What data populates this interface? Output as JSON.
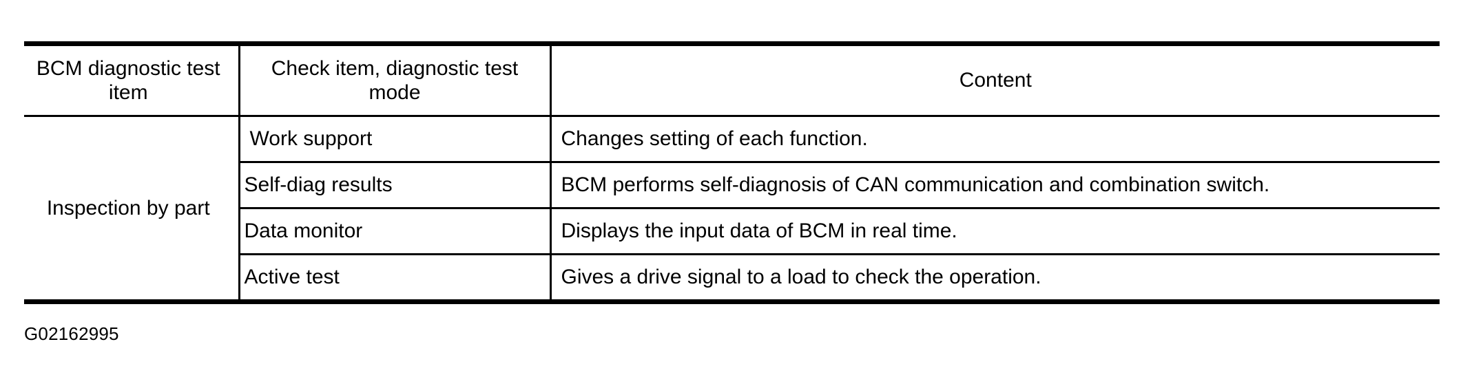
{
  "table": {
    "headers": [
      "BCM diagnostic test item",
      "Check item, diagnostic test mode",
      "Content"
    ],
    "group_label": "Inspection by part",
    "rows": [
      {
        "check_item": "Work support",
        "content": "Changes setting of each function."
      },
      {
        "check_item": "Self-diag results",
        "content": "BCM performs self-diagnosis of CAN communication and combination switch."
      },
      {
        "check_item": "Data monitor",
        "content": "Displays the input data of BCM in real time."
      },
      {
        "check_item": "Active test",
        "content": "Gives a drive signal to a load to check the operation."
      }
    ]
  },
  "caption": "G02162995",
  "colors": {
    "rule": "#000000",
    "text": "#000000",
    "background": "#ffffff"
  }
}
